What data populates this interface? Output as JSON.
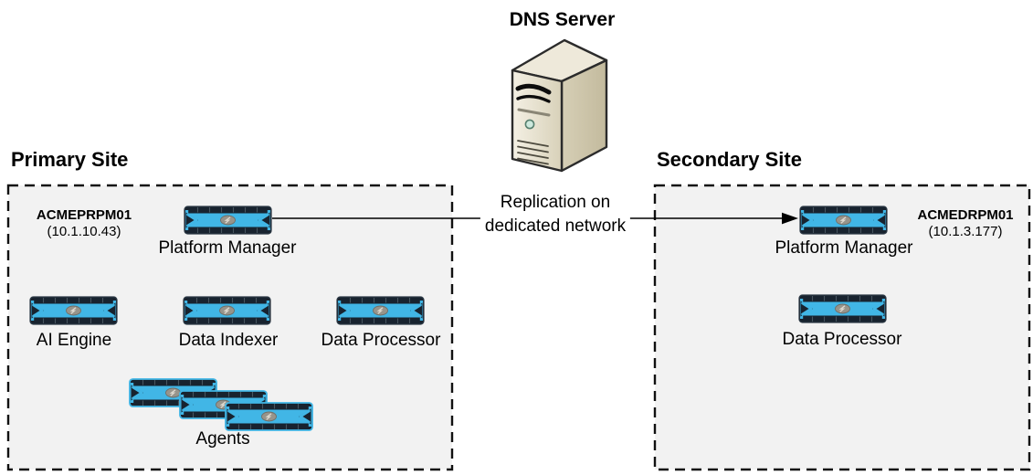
{
  "diagram": {
    "dns_server": {
      "label": "DNS Server"
    },
    "replication": {
      "line1": "Replication on",
      "line2": "dedicated network"
    },
    "primary_site": {
      "title": "Primary Site",
      "platform_manager": {
        "hostname": "ACMEPRPM01",
        "ip": "(10.1.10.43)",
        "label": "Platform Manager"
      },
      "components": [
        {
          "label": "AI Engine"
        },
        {
          "label": "Data Indexer"
        },
        {
          "label": "Data Processor"
        }
      ],
      "agents": {
        "label": "Agents",
        "count": 3
      }
    },
    "secondary_site": {
      "title": "Secondary Site",
      "platform_manager": {
        "hostname": "ACMEDRPM01",
        "ip": "(10.1.3.177)",
        "label": "Platform Manager"
      },
      "components": [
        {
          "label": "Data Processor"
        }
      ]
    },
    "colors": {
      "appliance_blue": "#41b6e6",
      "appliance_dark": "#18232f",
      "site_box_bg": "#f2f2f2",
      "site_box_border": "#111111",
      "server_beige_light": "#f2eddf",
      "server_beige_dark": "#c9c1a5",
      "arrow": "#000000"
    }
  }
}
